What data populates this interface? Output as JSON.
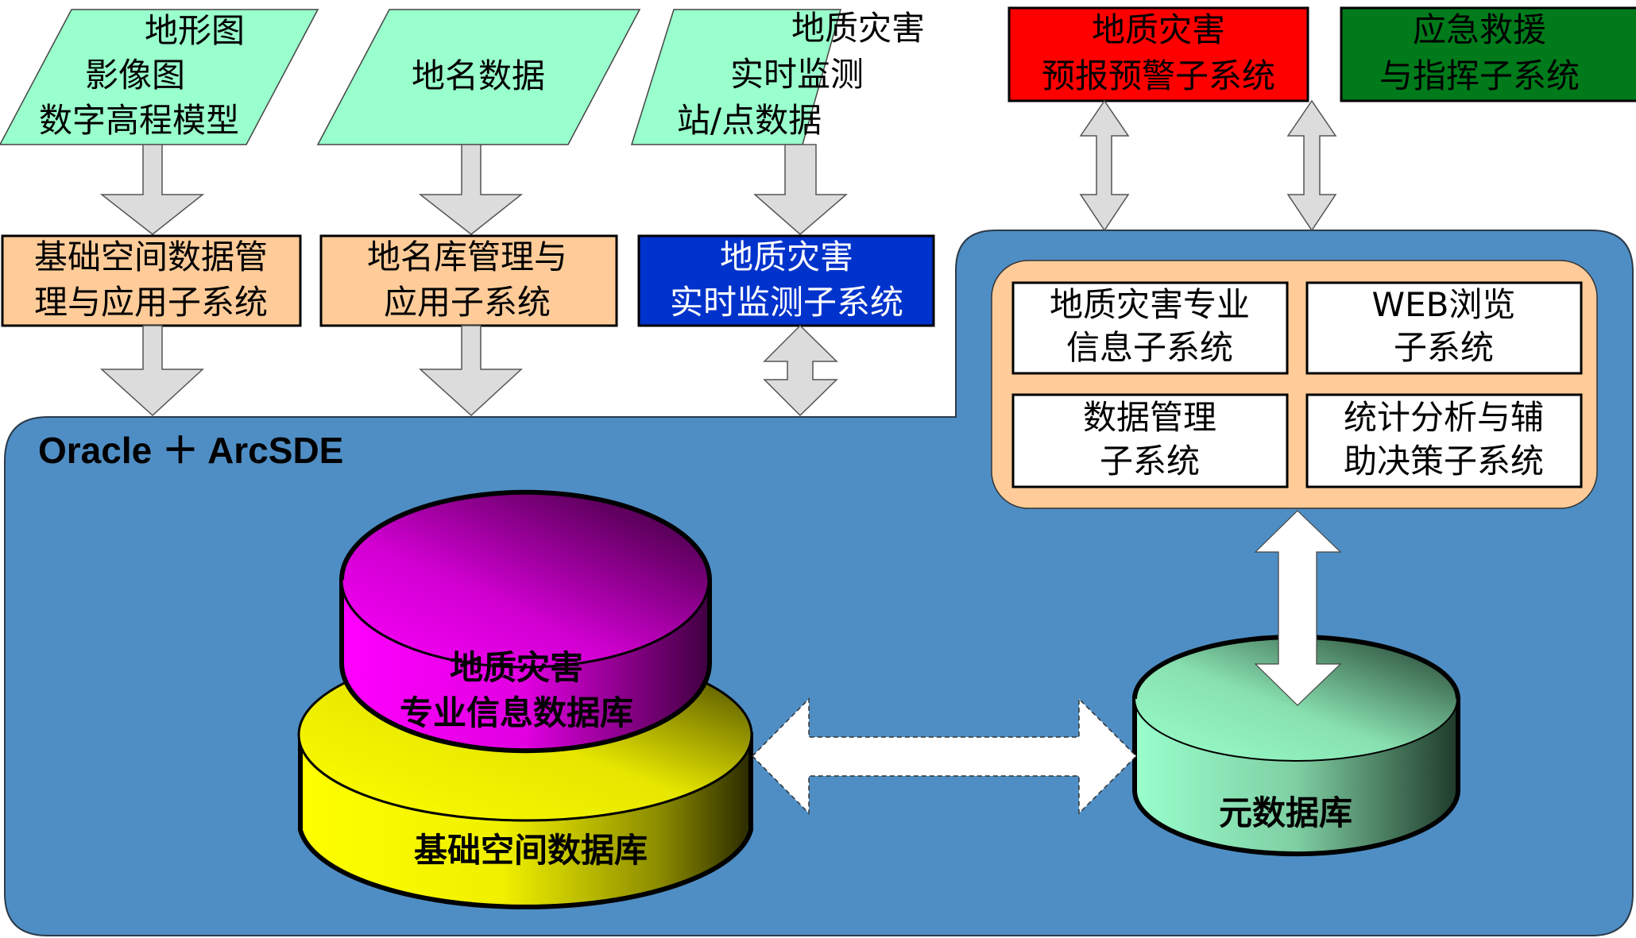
{
  "colors": {
    "data_parallelogram": "#99ffcc",
    "subsystem_orange": "#ffcc99",
    "monitor_blue": "#0033cc",
    "warning_red": "#ff0000",
    "rescue_green": "#007a1a",
    "platform_blue": "#4f8ec4",
    "arrow_gray": "#dcdcdc",
    "specialized_db": "#ff00ff",
    "base_db": "#ffff00",
    "meta_db": "#99ffcc"
  },
  "data_sources": [
    {
      "lines": [
        "地形图",
        "影像图",
        "数字高程模型"
      ]
    },
    {
      "lines": [
        "地名数据"
      ]
    },
    {
      "lines": [
        "地质灾害",
        "实时监测",
        "站/点数据"
      ]
    }
  ],
  "subsystems_left": [
    {
      "lines": [
        "基础空间数据管",
        "理与应用子系统"
      ]
    },
    {
      "lines": [
        "地名库管理与",
        "应用子系统"
      ]
    },
    {
      "lines": [
        "地质灾害",
        "实时监测子系统"
      ]
    }
  ],
  "external_systems": [
    {
      "lines": [
        "地质灾害",
        "预报预警子系统"
      ]
    },
    {
      "lines": [
        "应急救援",
        "与指挥子系统"
      ]
    }
  ],
  "platform": {
    "title": "Oracle ＋ ArcSDE"
  },
  "core_subsystems": [
    {
      "lines": [
        "地质灾害专业",
        "信息子系统"
      ]
    },
    {
      "lines": [
        "WEB浏览",
        "子系统"
      ]
    },
    {
      "lines": [
        "数据管理",
        "子系统"
      ]
    },
    {
      "lines": [
        "统计分析与辅",
        "助决策子系统"
      ]
    }
  ],
  "databases": {
    "specialized": {
      "lines": [
        "地质灾害",
        "专业信息数据库"
      ]
    },
    "base": {
      "lines": [
        "基础空间数据库"
      ]
    },
    "meta": {
      "lines": [
        "元数据库"
      ]
    }
  }
}
